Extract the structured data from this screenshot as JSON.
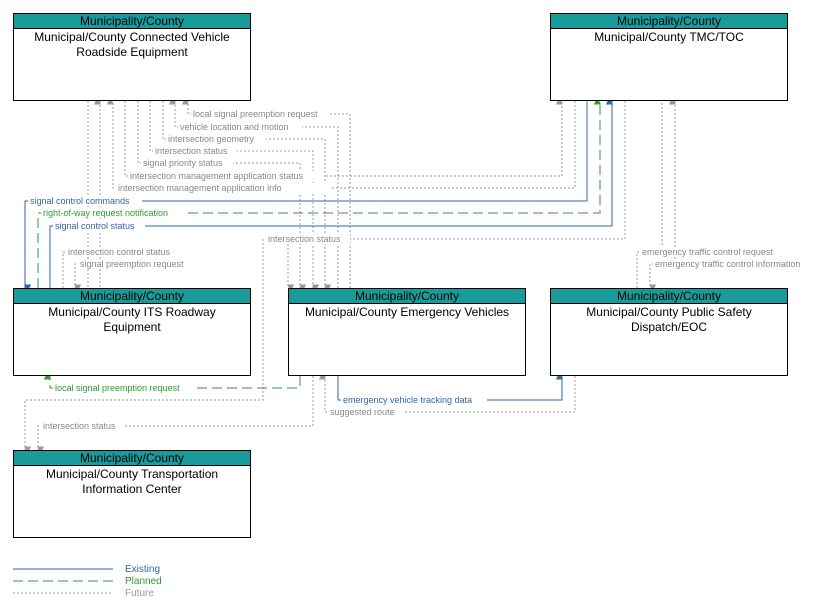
{
  "nodes": {
    "cvre": {
      "category": "Municipality/County",
      "name": "Municipal/County Connected Vehicle Roadside Equipment"
    },
    "tmc": {
      "category": "Municipality/County",
      "name": "Municipal/County TMC/TOC"
    },
    "its": {
      "category": "Municipality/County",
      "name": "Municipal/County ITS Roadway Equipment"
    },
    "ev": {
      "category": "Municipality/County",
      "name": "Municipal/County Emergency Vehicles"
    },
    "dispatch": {
      "category": "Municipality/County",
      "name": "Municipal/County Public Safety Dispatch/EOC"
    },
    "tic": {
      "category": "Municipality/County",
      "name": "Municipal/County Transportation Information Center"
    }
  },
  "flows": {
    "local_signal_preemption_request_ev_cvre": "local signal preemption request",
    "vehicle_location_and_motion": "vehicle location and motion",
    "intersection_geometry": "intersection geometry",
    "intersection_status_cvre_ev": "intersection status",
    "signal_priority_status": "signal priority status",
    "intersection_management_application_status": "intersection management application status",
    "intersection_management_application_info": "intersection management application info",
    "signal_control_commands": "signal control commands",
    "right_of_way_request_notification": "right-of-way request notification",
    "signal_control_status": "signal control status",
    "intersection_status_tmc_ev": "intersection status",
    "intersection_control_status": "intersection control status",
    "signal_preemption_request": "signal preemption request",
    "emergency_traffic_control_request": "emergency traffic control request",
    "emergency_traffic_control_information": "emergency traffic control information",
    "local_signal_preemption_request_ev_its": "local signal preemption request",
    "emergency_vehicle_tracking_data": "emergency vehicle tracking data",
    "suggested_route": "suggested route",
    "intersection_status_ev_tic": "intersection status"
  },
  "colors": {
    "existing": "#3366aa",
    "planned": "#2e9b2e",
    "future": "#999999",
    "header": "#1a9b9b"
  },
  "legend": {
    "existing": "Existing",
    "planned": "Planned",
    "future": "Future"
  }
}
